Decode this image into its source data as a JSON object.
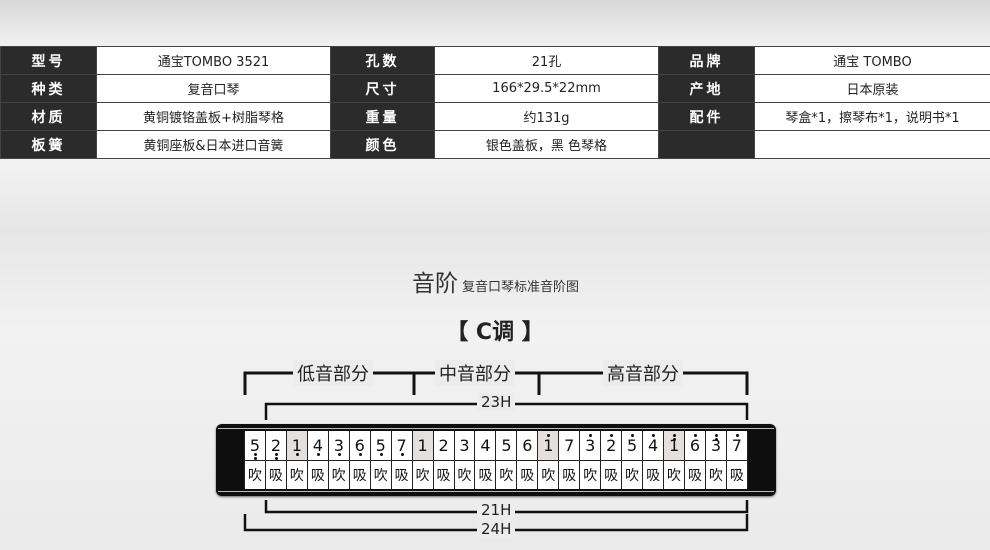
{
  "specs": [
    [
      {
        "k": "型号",
        "v": "通宝TOMBO  3521"
      },
      {
        "k": "孔数",
        "v": "21孔"
      },
      {
        "k": "品牌",
        "v": "通宝 TOMBO"
      }
    ],
    [
      {
        "k": "种类",
        "v": "复音口琴"
      },
      {
        "k": "尺寸",
        "v": "166*29.5*22mm"
      },
      {
        "k": "产地",
        "v": "日本原装"
      }
    ],
    [
      {
        "k": "材质",
        "v": "黄铜镀铬盖板+树脂琴格"
      },
      {
        "k": "重量",
        "v": "约131g"
      },
      {
        "k": "配件",
        "v": "琴盒*1，擦琴布*1，说明书*1"
      }
    ],
    [
      {
        "k": "板簧",
        "v": "黄铜座板&日本进口音簧"
      },
      {
        "k": "颜色",
        "v": "银色盖板，黑 色琴格"
      },
      {
        "k": "",
        "v": ""
      }
    ]
  ],
  "scale_title": "音阶",
  "scale_subtitle": "复音口琴标准音阶图",
  "key_label": "【 C调 】",
  "sections": {
    "low": "低音部分",
    "mid": "中音部分",
    "high": "高音部分"
  },
  "ranges": {
    "r23": "23H",
    "r21": "21H",
    "r24": "24H"
  },
  "holes": [
    {
      "n": "5",
      "lo": 2,
      "hi": 0,
      "a": "吹"
    },
    {
      "n": "2",
      "lo": 2,
      "hi": 0,
      "a": "吸"
    },
    {
      "n": "1",
      "lo": 1,
      "hi": 0,
      "a": "吹",
      "g": true
    },
    {
      "n": "4",
      "lo": 1,
      "hi": 0,
      "a": "吸"
    },
    {
      "n": "3",
      "lo": 1,
      "hi": 0,
      "a": "吹"
    },
    {
      "n": "6",
      "lo": 1,
      "hi": 0,
      "a": "吸"
    },
    {
      "n": "5",
      "lo": 1,
      "hi": 0,
      "a": "吹"
    },
    {
      "n": "7",
      "lo": 1,
      "hi": 0,
      "a": "吸"
    },
    {
      "n": "1",
      "lo": 0,
      "hi": 0,
      "a": "吹",
      "g": true
    },
    {
      "n": "2",
      "lo": 0,
      "hi": 0,
      "a": "吸"
    },
    {
      "n": "3",
      "lo": 0,
      "hi": 0,
      "a": "吹"
    },
    {
      "n": "4",
      "lo": 0,
      "hi": 0,
      "a": "吸"
    },
    {
      "n": "5",
      "lo": 0,
      "hi": 0,
      "a": "吹"
    },
    {
      "n": "6",
      "lo": 0,
      "hi": 0,
      "a": "吸"
    },
    {
      "n": "1",
      "lo": 0,
      "hi": 1,
      "a": "吹",
      "g": true
    },
    {
      "n": "7",
      "lo": 0,
      "hi": 0,
      "a": "吸"
    },
    {
      "n": "3",
      "lo": 0,
      "hi": 1,
      "a": "吹"
    },
    {
      "n": "2",
      "lo": 0,
      "hi": 1,
      "a": "吸"
    },
    {
      "n": "5",
      "lo": 0,
      "hi": 1,
      "a": "吹"
    },
    {
      "n": "4",
      "lo": 0,
      "hi": 1,
      "a": "吸"
    },
    {
      "n": "1",
      "lo": 0,
      "hi": 2,
      "a": "吹",
      "g": true
    },
    {
      "n": "6",
      "lo": 0,
      "hi": 1,
      "a": "吸"
    },
    {
      "n": "3",
      "lo": 0,
      "hi": 2,
      "a": "吹"
    },
    {
      "n": "7",
      "lo": 0,
      "hi": 1,
      "a": "吸"
    }
  ]
}
